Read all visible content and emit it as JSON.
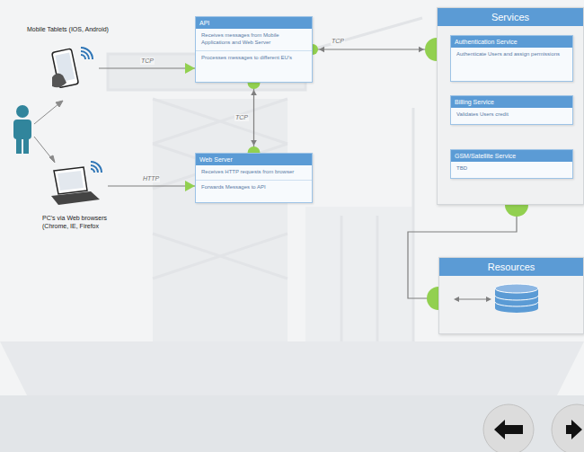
{
  "diagram": {
    "nodes": [
      {
        "text": [
          "Mobile Tablets (IOS, Android)"
        ]
      },
      {
        "text": [
          "PC's via Web browsers (Chrome, IE, Firefox"
        ]
      },
      {
        "text": [
          "API",
          "Receives messages from Mobile Applications and Web Server",
          "Processes messages to different EU's"
        ]
      },
      {
        "text": [
          "Web Server",
          "Receives HTTP requests from browser",
          "Forwards Messages to API"
        ]
      },
      {
        "text": [
          "Services"
        ]
      },
      {
        "text": [
          "Authentication Service",
          "Authenticate Users and assign permissions"
        ],
        "in": 4
      },
      {
        "text": [
          "Billing Service",
          "Validates Users credit"
        ],
        "in": 4
      },
      {
        "text": [
          "GSM/Satellite Service",
          "TBD"
        ],
        "in": 4
      },
      {
        "text": [
          "Resources"
        ]
      }
    ],
    "edges": [
      {
        "from": 0,
        "to": 2,
        "label": "TCP",
        "arrow": "to"
      },
      {
        "from": 1,
        "to": 3,
        "label": "HTTP",
        "arrow": "to"
      },
      {
        "from": 2,
        "to": 3,
        "label": "TCP",
        "arrow": "both"
      },
      {
        "from": 2,
        "to": 4,
        "label": "TCP",
        "arrow": "both"
      },
      {
        "from": 4,
        "to": 8,
        "arrow": "none"
      }
    ]
  }
}
